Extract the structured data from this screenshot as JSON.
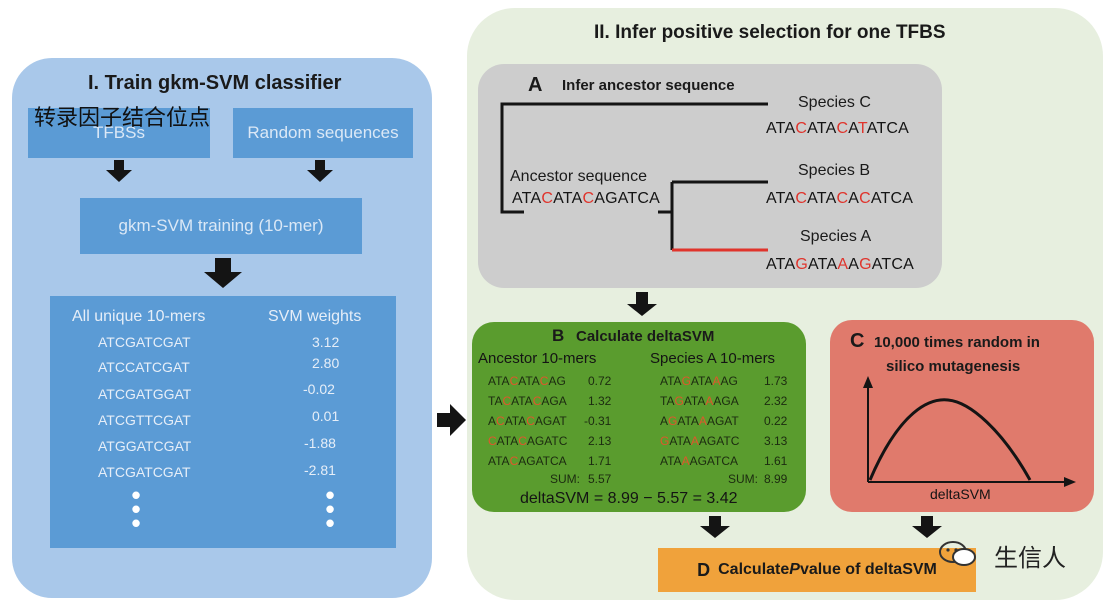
{
  "section1": {
    "title": "I. Train gkm-SVM classifier",
    "chinese_label": "转录因子结合位点",
    "tfbs_label": "TFBSs",
    "random_label": "Random sequences",
    "training_label": "gkm-SVM training (10-mer)",
    "table": {
      "col1": "All unique 10-mers",
      "col2": "SVM weights",
      "rows": [
        {
          "kmer": "ATCGATCGAT",
          "weight": "3.12"
        },
        {
          "kmer": "ATCCATCGAT",
          "weight": "2.80"
        },
        {
          "kmer": "ATCGATGGAT",
          "weight": "-0.02"
        },
        {
          "kmer": "ATCGTTCGAT",
          "weight": "0.01"
        },
        {
          "kmer": "ATGGATCGAT",
          "weight": "-1.88"
        },
        {
          "kmer": "ATCGATCGAT",
          "weight": "-2.81"
        }
      ]
    }
  },
  "section2": {
    "title": "II. Infer positive selection for one TFBS",
    "A": {
      "letter": "A",
      "title": "Infer ancestor sequence",
      "ancestor_label": "Ancestor sequence",
      "ancestor_seq": "ATACATACAGATCA",
      "species": [
        {
          "name": "Species C",
          "seq": "ATACATACATATCA"
        },
        {
          "name": "Species B",
          "seq": "ATACATACACATCA"
        },
        {
          "name": "Species A",
          "seq": "ATAGATAAAGATCA"
        }
      ]
    },
    "B": {
      "letter": "B",
      "title": "Calculate deltaSVM",
      "col1": "Ancestor 10-mers",
      "col2": "Species A 10-mers",
      "rows": [
        {
          "a_seq": "ATACATACAG",
          "a_val": "0.72",
          "s_seq": "ATAGATAAAG",
          "s_val": "1.73"
        },
        {
          "a_seq": "TACATACAGA",
          "a_val": "1.32",
          "s_seq": "TAGATAAAGA",
          "s_val": "2.32"
        },
        {
          "a_seq": "ACATACAGAT",
          "a_val": "-0.31",
          "s_seq": "AGATAAAGAT",
          "s_val": "0.22"
        },
        {
          "a_seq": "CATACAGATC",
          "a_val": "2.13",
          "s_seq": "GATAAAGATC",
          "s_val": "3.13"
        },
        {
          "a_seq": "ATACAGATCA",
          "a_val": "1.71",
          "s_seq": "ATAAAGATCA",
          "s_val": "1.61"
        }
      ],
      "sum_label": "SUM:",
      "sum_a": "5.57",
      "sum_s": "8.99",
      "delta": "deltaSVM = 8.99 − 5.57 = 3.42"
    },
    "C": {
      "letter": "C",
      "title_line1": "10,000 times random in",
      "title_line2": "silico  mutagenesis",
      "xlabel": "deltaSVM"
    },
    "D": {
      "letter": "D",
      "text_pre": "Calculate ",
      "text_p": "P",
      "text_post": " value of deltaSVM"
    }
  },
  "watermark": {
    "text": "生信人"
  },
  "colors": {
    "left_panel": "#a9c8ea",
    "right_panel": "#e7efdf",
    "blue_box": "#5b9bd5",
    "grey_box": "#cdcdcd",
    "green_box": "#5a9c2e",
    "red_box": "#e07a6c",
    "orange_box": "#f0a23b",
    "mutation": "#e0342c"
  }
}
